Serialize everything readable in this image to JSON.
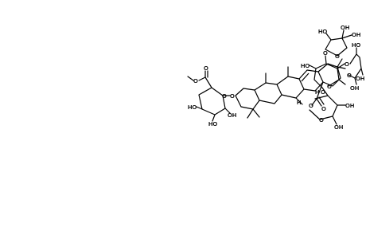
{
  "structure": {
    "atom_labels": {
      "o_methyl_ester": "O",
      "o_carbonyl_uronate": "O",
      "o_ring_gluc": "O",
      "o_glycosidic_c3": "O",
      "oh_gluc_2": "OH",
      "ho_gluc_3": "HO",
      "ho_gluc_4": "HO",
      "o_ring_lower_xyl": "O",
      "o_ester_c28": "O",
      "o_carbonyl_c28": "O",
      "oh_lower_xyl_3": "OH",
      "oh_lower_xyl_4": "OH",
      "o_rha_link": "O",
      "o_ring_rha": "O",
      "ho_rha_2": "HO",
      "o_api_link": "O",
      "o_ring_api": "O",
      "ho_api_2": "HO",
      "oh_api_3": "OH",
      "oh_api_ch2": "OH",
      "o_xyl_link": "O",
      "o_ring_xyl": "O",
      "ho_xyl_2": "HO",
      "oh_xyl_3": "OH",
      "oh_xyl_4": "OH"
    },
    "stereo_h_labels": {
      "h_c9": "H",
      "h_c18": "H"
    },
    "colors": {
      "bond": "#000000",
      "background": "#ffffff"
    }
  }
}
